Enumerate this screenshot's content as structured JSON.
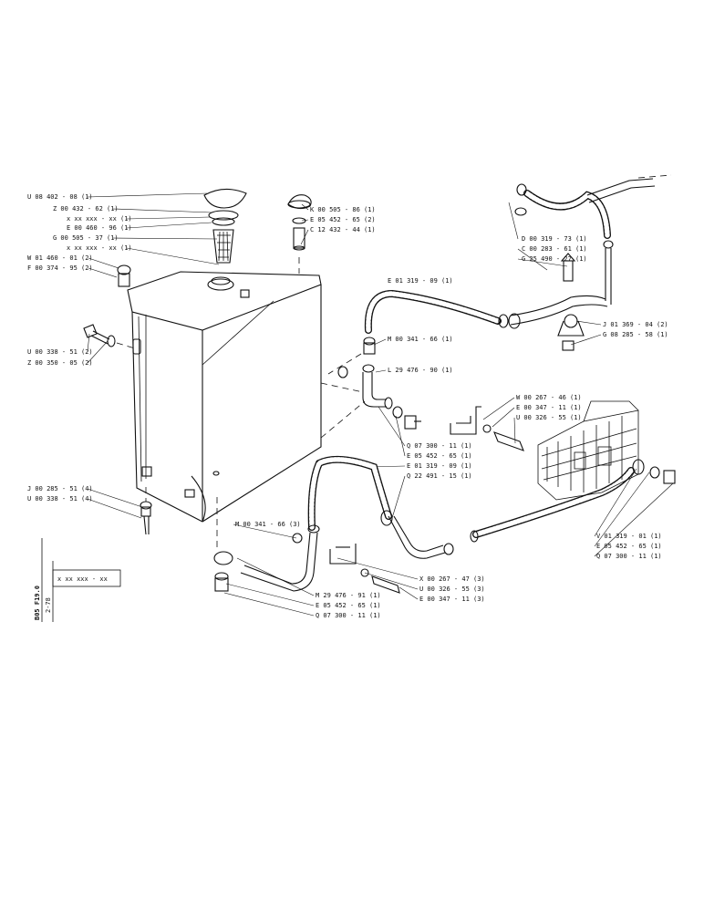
{
  "sidebar": {
    "code": "B05 F19.0",
    "date": "2-78",
    "box_label": "x xx xxx - xx"
  },
  "labels": [
    "U 08 402 - 08 (1)",
    "Z 00 432 - 62 (1)",
    "x xx xxx - xx (1)",
    "E 00 460 - 96 (1)",
    "G 00 505 - 37 (1)",
    "x xx xxx - xx (1)",
    "W 01 460 - 01 (2)",
    "F 00 374 - 95 (2)",
    "K 00 505 - 86 (1)",
    "E 05 452 - 65 (2)",
    "C 12 432 - 44 (1)",
    "D 00 319 - 73 (1)",
    "C 00 283 - 61 (1)",
    "G 25 490 - 27 (1)",
    "E 01 319 - 09 (1)",
    "J 01 369 - 04 (2)",
    "G 08 285 - 58 (1)",
    "M 00 341 - 66 (1)",
    "L 29 476 - 90 (1)",
    "U 00 338 - 51 (2)",
    "Z 00 350 - 05 (2)",
    "W 00 267 - 46 (1)",
    "E 00 347 - 11 (1)",
    "U 00 326 - 55 (1)",
    "Q 07 300 - 11 (1)",
    "E 05 452 - 65 (1)",
    "E 01 319 - 09 (1)",
    "Q 22 491 - 15 (1)",
    "J 00 285 - 51 (4)",
    "U 00 338 - 51 (4)",
    "M 00 341 - 66 (3)",
    "V 01 319 - 01 (1)",
    "E 05 452 - 65 (1)",
    "Q 07 300 - 11 (1)",
    "X 00 267 - 47 (3)",
    "U 00 326 - 55 (3)",
    "E 00 347 - 11 (3)",
    "M 29 476 - 91 (1)",
    "E 05 452 - 65 (1)",
    "Q 07 300 - 11 (1)"
  ]
}
